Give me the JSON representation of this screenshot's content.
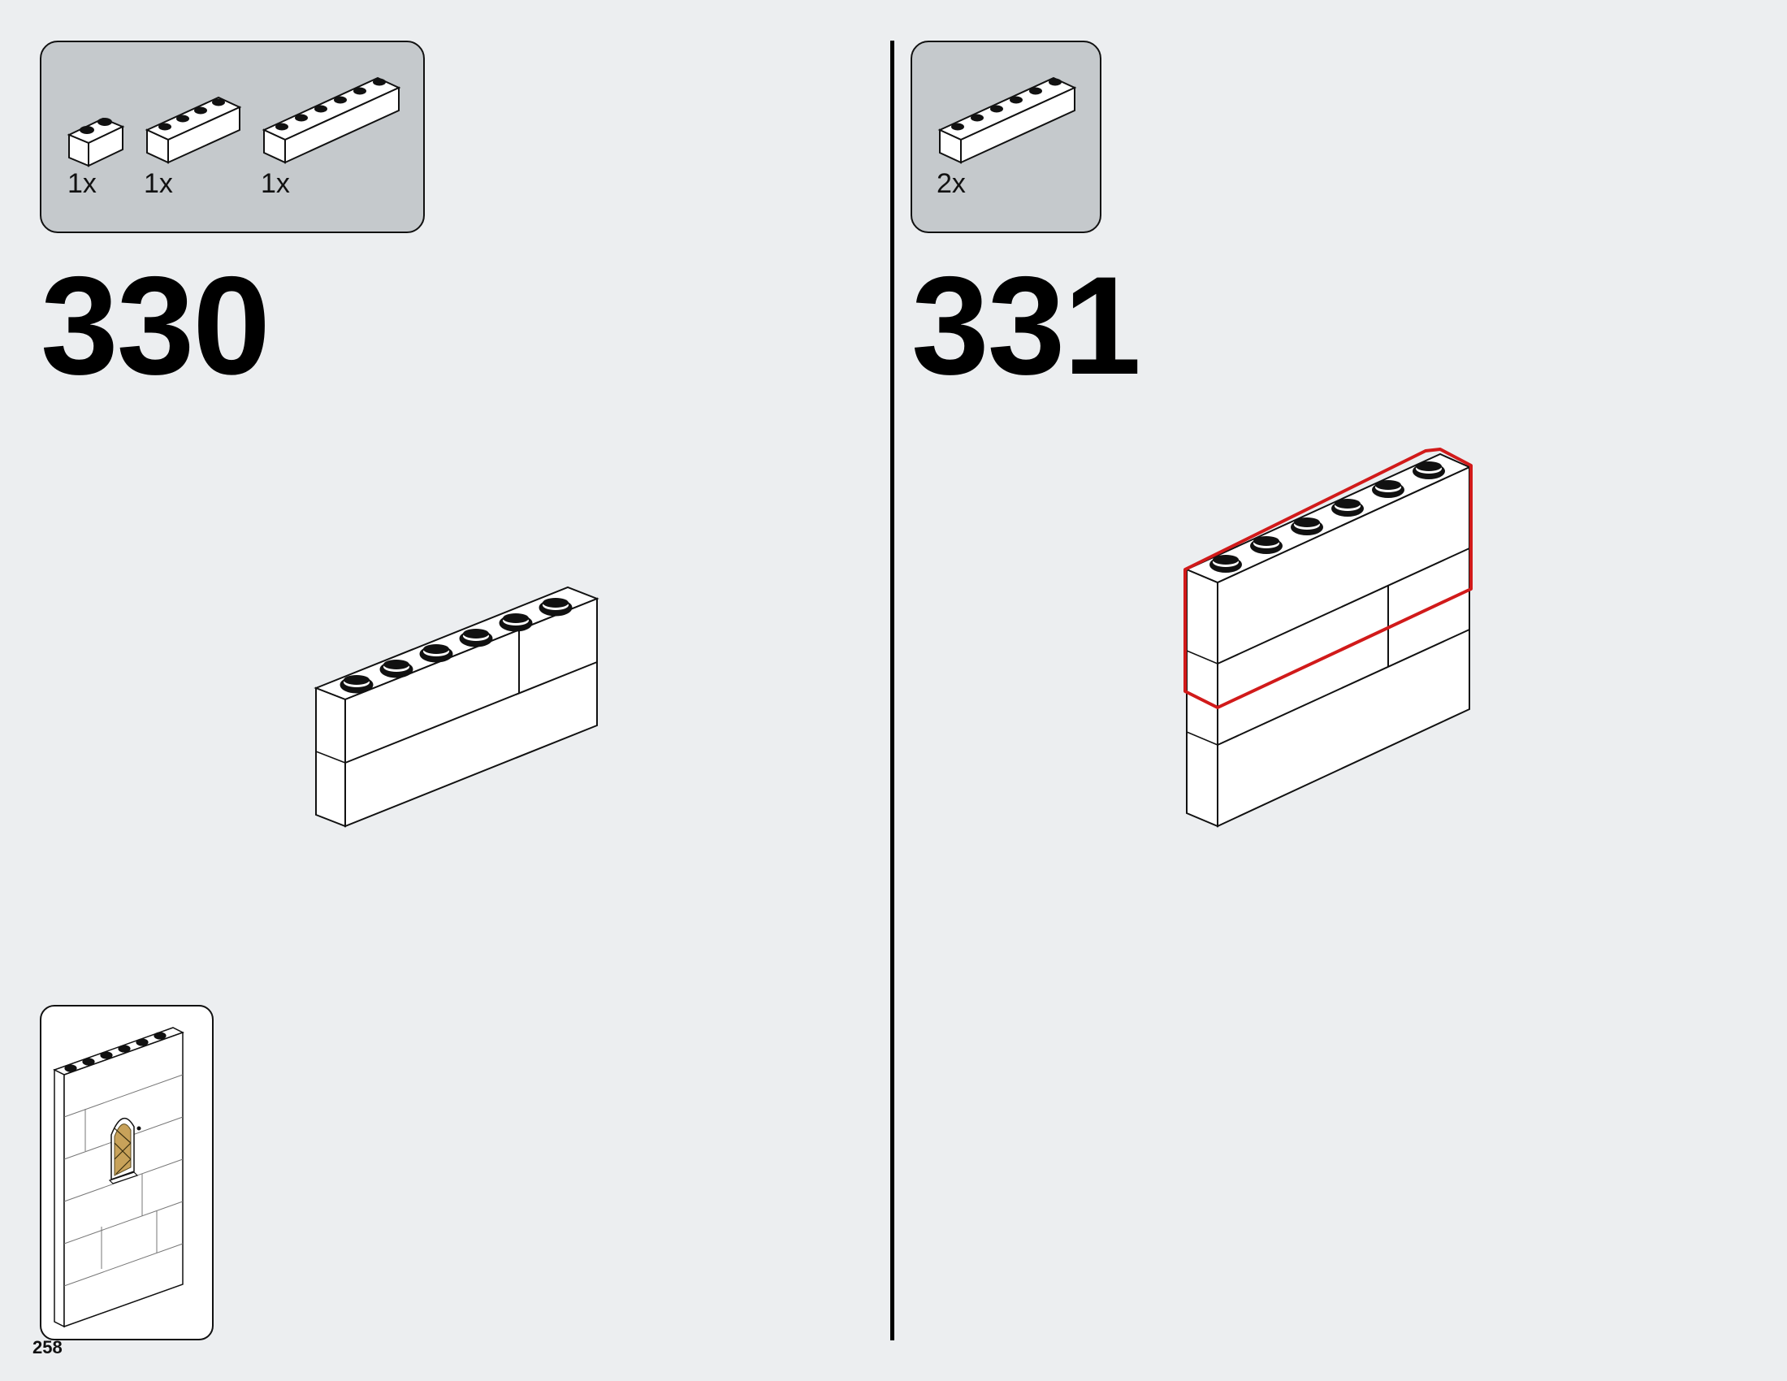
{
  "page_number": "258",
  "steps": [
    {
      "number": "330",
      "parts": [
        {
          "brick": "white 1x2 brick",
          "qty": "1x"
        },
        {
          "brick": "white 1x4 brick",
          "qty": "1x"
        },
        {
          "brick": "white 1x6 brick",
          "qty": "1x"
        }
      ]
    },
    {
      "number": "331",
      "parts": [
        {
          "brick": "white 1x6 brick",
          "qty": "2x"
        }
      ]
    }
  ],
  "colors": {
    "background": "#eceef0",
    "parts_box": "#c5c9cc",
    "highlight": "#d11a1a",
    "window": "#c8a25a"
  }
}
